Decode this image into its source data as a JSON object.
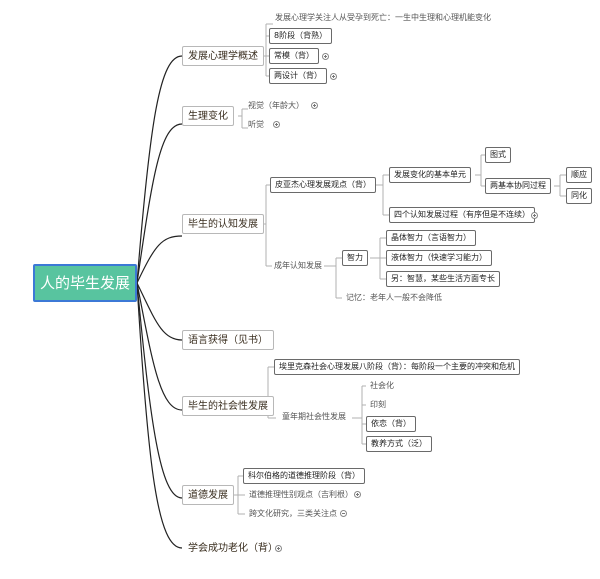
{
  "root": {
    "label": "人的毕生发展"
  },
  "branches": {
    "overview": {
      "label": "发展心理学概述",
      "items": [
        "发展心理学关注人从受孕到死亡：一生中生理和心理机能变化",
        "8阶段（背熟）",
        "常模（背）",
        "两设计（背）"
      ]
    },
    "physio": {
      "label": "生理变化",
      "items": [
        "视觉（年龄大）",
        "听觉"
      ]
    },
    "cognitive": {
      "label": "毕生的认知发展",
      "piaget": "皮亚杰心理发展观点（背）",
      "basic_unit": "发展变化的基本单元",
      "schema": "图式",
      "two_processes": "两基本协同过程",
      "assimilation": "顺应",
      "accommodation": "同化",
      "four_stages": "四个认知发展过程（有序但是不连续）",
      "adult": "成年认知发展",
      "intelligence": "智力",
      "crystal": "晶体智力（言语智力）",
      "fluid": "液体智力（快速学习能力）",
      "wisdom": "另：智慧，某些生活方面专长",
      "memory": "记忆：老年人一般不会降低"
    },
    "language": {
      "label": "语言获得（见书）"
    },
    "social": {
      "label": "毕生的社会性发展",
      "erikson": "埃里克森社会心理发展八阶段（背）：每阶段一个主要的冲突和危机",
      "childhood": "童年期社会性发展",
      "items": [
        "社会化",
        "印刻",
        "依恋（背）",
        "教养方式（泛）"
      ]
    },
    "moral": {
      "label": "道德发展",
      "items": [
        "科尔伯格的道德推理阶段（背）",
        "道德推理性别观点（吉利根）",
        "跨文化研究，三类关注点"
      ]
    },
    "aging": {
      "label": "学会成功老化（背）"
    }
  }
}
